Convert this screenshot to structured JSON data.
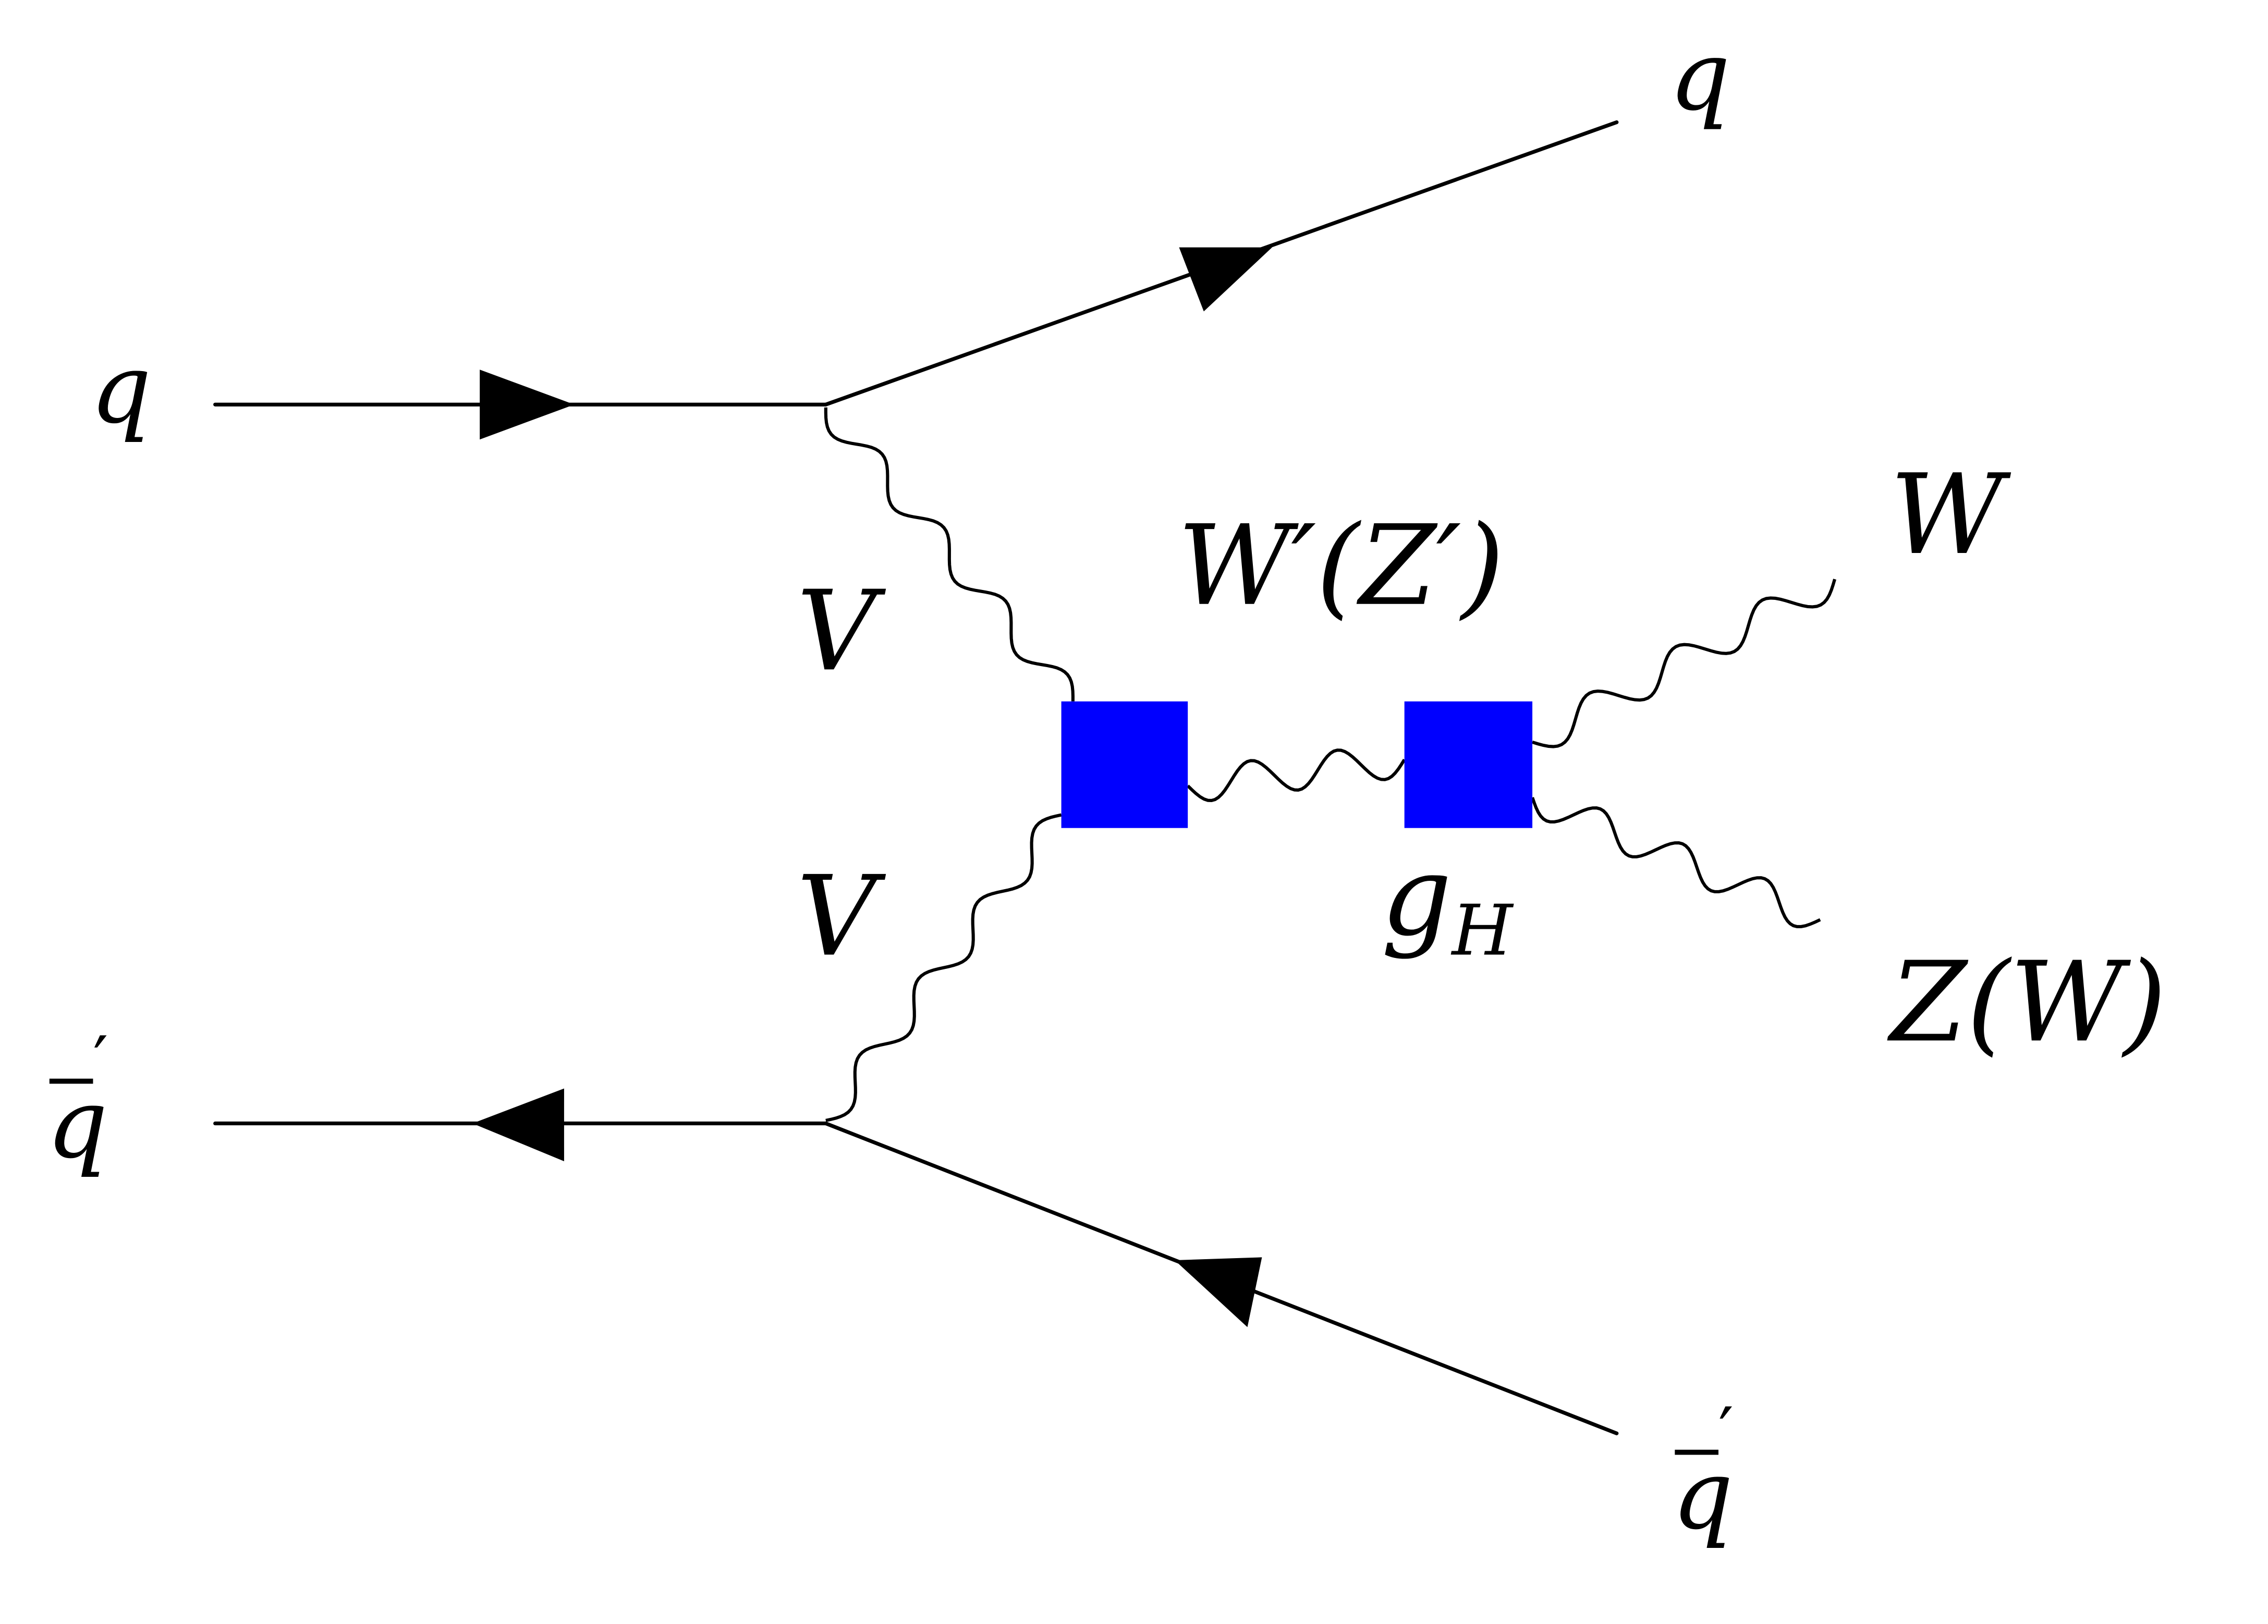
{
  "diagram": {
    "type": "Feynman diagram",
    "description": "Vector boson fusion production of a heavy vector resonance decaying to diboson",
    "colors": {
      "vertex_fill": "#0000FF",
      "line": "#000000",
      "background": "#FFFFFF"
    },
    "labels": {
      "incoming_quark": "q",
      "outgoing_quark": "q",
      "incoming_antiquark": "q̄′",
      "outgoing_antiquark": "q̄′",
      "upper_exchanged_boson": "V",
      "lower_exchanged_boson": "V",
      "resonance": "W′(Z′)",
      "resonance_main": "W′",
      "resonance_alt": "(Z′)",
      "coupling_base": "g",
      "coupling_sub": "H",
      "decay_boson_1": "W",
      "decay_boson_2": "Z(W)"
    },
    "particles": [
      {
        "name": "q",
        "kind": "fermion",
        "direction": "incoming",
        "arrow": "right"
      },
      {
        "name": "q",
        "kind": "fermion",
        "direction": "outgoing",
        "arrow": "up-right"
      },
      {
        "name": "q̄′",
        "kind": "antifermion",
        "direction": "incoming",
        "arrow": "left"
      },
      {
        "name": "q̄′",
        "kind": "antifermion",
        "direction": "outgoing",
        "arrow": "up-left"
      },
      {
        "name": "V",
        "kind": "boson",
        "role": "t-channel exchange (upper)"
      },
      {
        "name": "V",
        "kind": "boson",
        "role": "t-channel exchange (lower)"
      },
      {
        "name": "W′(Z′)",
        "kind": "boson",
        "role": "resonance propagator"
      },
      {
        "name": "W",
        "kind": "boson",
        "role": "decay product"
      },
      {
        "name": "Z(W)",
        "kind": "boson",
        "role": "decay product"
      }
    ],
    "vertices": [
      {
        "name": "VV→W′ effective vertex",
        "style": "blue-square"
      },
      {
        "name": "W′→WZ coupling",
        "style": "blue-square",
        "coupling": "g_H"
      }
    ]
  }
}
